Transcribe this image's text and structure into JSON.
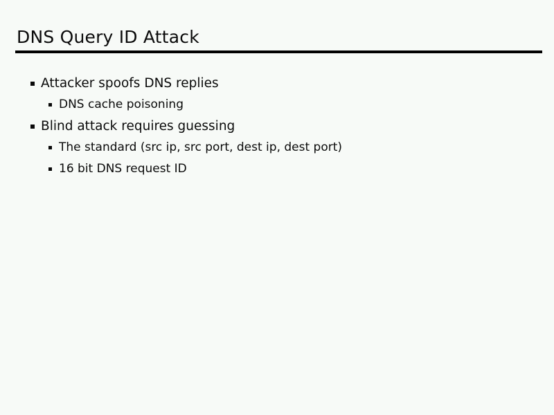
{
  "slide": {
    "title": "DNS Query ID Attack",
    "colors": {
      "background": "#f7faf7",
      "text": "#0a0a0a",
      "rule": "#000000"
    },
    "bullets": [
      {
        "level": 1,
        "text": "Attacker spoofs DNS replies",
        "marker": "square-bullet"
      },
      {
        "level": 2,
        "text": "DNS cache poisoning",
        "marker": "square-bullet"
      },
      {
        "level": 1,
        "text": "Blind attack requires guessing",
        "marker": "square-bullet"
      },
      {
        "level": 2,
        "text": "The standard (src ip, src port, dest ip, dest port)",
        "marker": "square-bullet"
      },
      {
        "level": 2,
        "text": "16 bit DNS request ID",
        "marker": "square-bullet"
      }
    ]
  }
}
